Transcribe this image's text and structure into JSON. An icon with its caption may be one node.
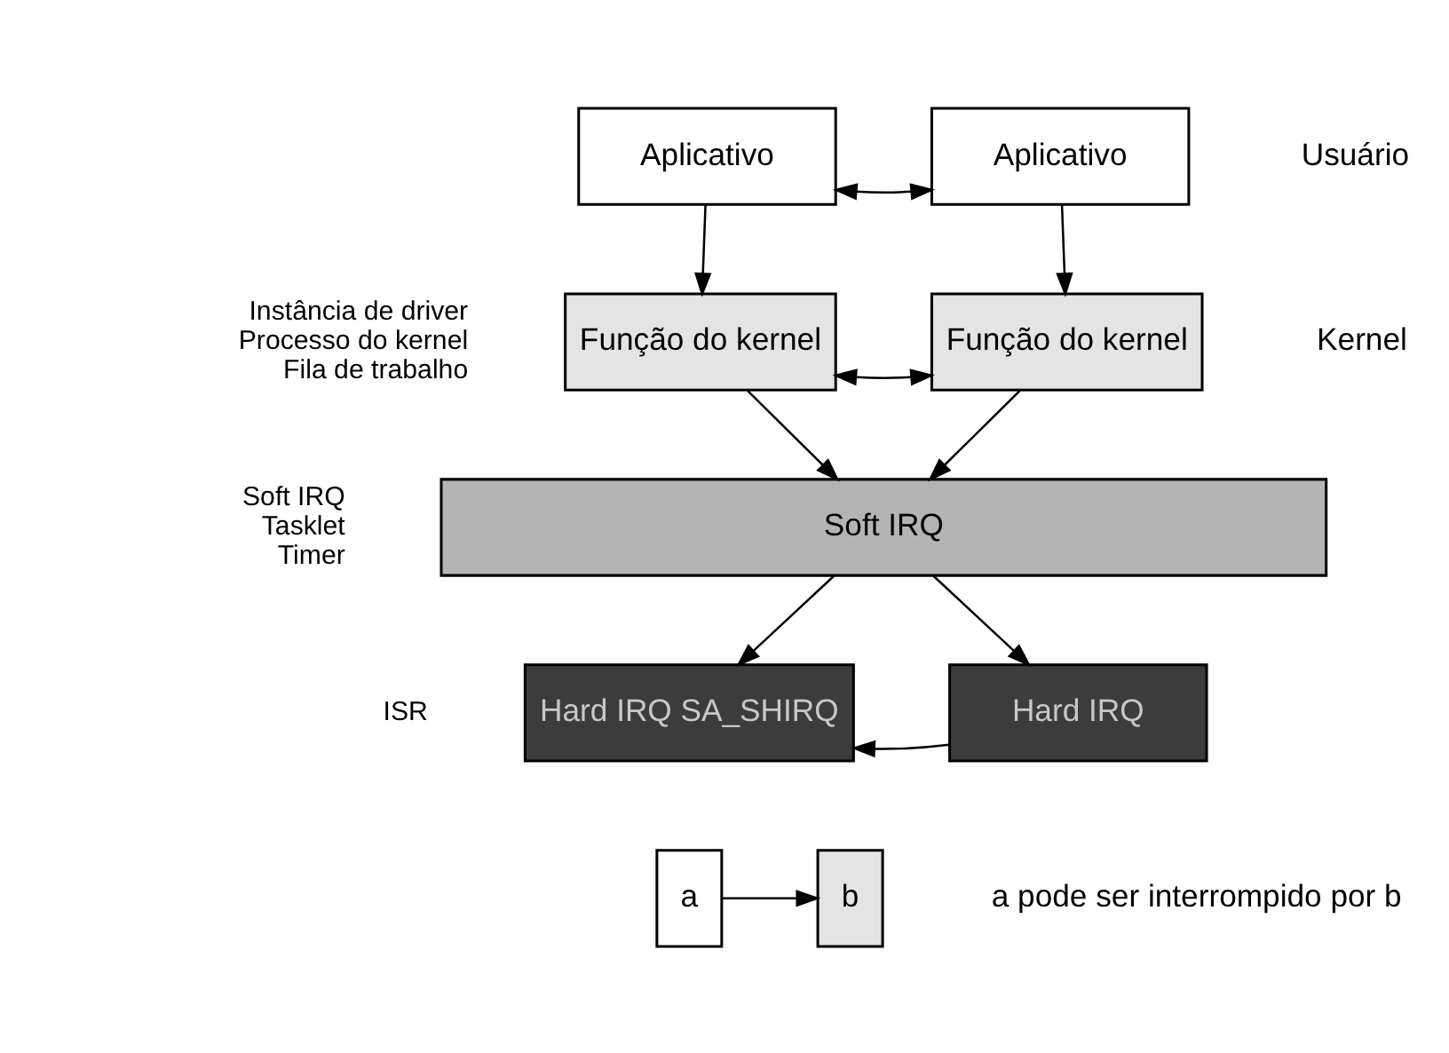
{
  "diagram": {
    "nodes": [
      {
        "text": [
          "Aplicativo"
        ]
      },
      {
        "text": [
          "Aplicativo"
        ]
      },
      {
        "text": [
          "Função do kernel"
        ],
        "beside": [
          "Instância de driver",
          "Processo do kernel",
          "Fila de trabalho"
        ]
      },
      {
        "text": [
          "Função do kernel"
        ]
      },
      {
        "text": [
          "Soft IRQ"
        ],
        "beside": [
          "Soft IRQ",
          "Tasklet",
          "Timer"
        ]
      },
      {
        "text": [
          "Hard IRQ SA_SHIRQ"
        ],
        "beside": [
          "ISR"
        ]
      },
      {
        "text": [
          "Hard IRQ"
        ]
      },
      {
        "text": [
          "a"
        ]
      },
      {
        "text": [
          "b"
        ]
      }
    ],
    "edges": [
      {
        "from": 0,
        "to": 1,
        "arrow": "both"
      },
      {
        "from": 0,
        "to": 2,
        "arrow": "to"
      },
      {
        "from": 1,
        "to": 3,
        "arrow": "to"
      },
      {
        "from": 2,
        "to": 3,
        "arrow": "both"
      },
      {
        "from": 2,
        "to": 4,
        "arrow": "to"
      },
      {
        "from": 3,
        "to": 4,
        "arrow": "to"
      },
      {
        "from": 4,
        "to": 5,
        "arrow": "to"
      },
      {
        "from": 4,
        "to": 6,
        "arrow": "to"
      },
      {
        "from": 6,
        "to": 5,
        "arrow": "to"
      },
      {
        "from": 7,
        "to": 8,
        "arrow": "to"
      }
    ],
    "labels": [
      "Usuário",
      "Kernel",
      "a pode ser interrompido por b"
    ]
  }
}
